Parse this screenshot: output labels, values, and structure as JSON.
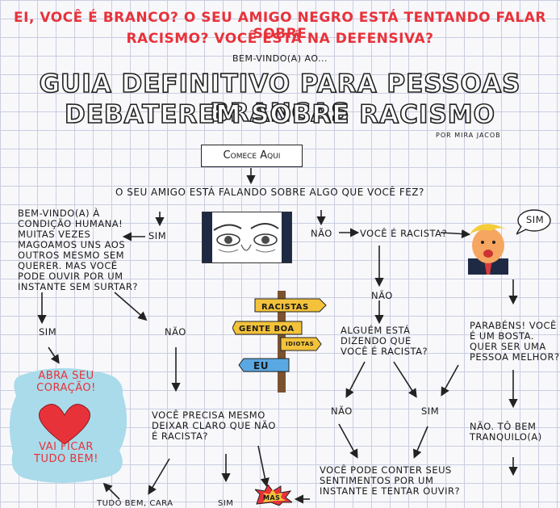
{
  "intro": {
    "line1": "Ei, você é branco? O seu amigo negro está tentando falar sobre",
    "line2": "racismo? Você está na defensiva?",
    "welcome": "Bem-vindo(a) ao..."
  },
  "title": {
    "line1": "Guia definitivo para pessoas brancas",
    "line2": "debaterem sobre racismo"
  },
  "byline": "POR MIRA JACOB",
  "start": "Comece Aqui",
  "nodes": {
    "question_main": "O seu amigo está falando sobre algo que você fez?",
    "sim_left": "SIM",
    "nao_right": "NÃO",
    "human_condition": [
      "Bem-vindo(a) à",
      "condição humana!",
      "Muitas vezes",
      "magoamos uns aos",
      "outros mesmo sem",
      "querer. Mas você",
      "pode ouvir por um",
      "instante sem surtar?"
    ],
    "are_you_racist": "Você é racista?",
    "trump_sim": "SIM",
    "sim_a": "SIM",
    "nao_a": "NÃO",
    "nao_b": "NÃO",
    "someone_says": [
      "Alguém está",
      "dizendo que",
      "você é racista?"
    ],
    "congrats": [
      "Parabéns! Você",
      "é um bosta.",
      "Quer ser uma",
      "pessoa melhor?"
    ],
    "open_heart": [
      "Abra seu",
      "coração!"
    ],
    "all_good": [
      "Vai ficar",
      "tudo bem!"
    ],
    "need_clear": [
      "Você precisa mesmo",
      "deixar claro que não",
      "é racista?"
    ],
    "nao_c": "NÃO",
    "sim_c": "SIM",
    "no_fine": [
      "Não. Tô bem",
      "tranquilo(a)"
    ],
    "contain": [
      "Você pode conter seus",
      "sentimentos por um",
      "instante e tentar ouvir?"
    ],
    "mas": "MAS",
    "bottom_left": "TUDO BEM, CARA",
    "bottom_sim": "SIM"
  },
  "sign": {
    "labels": [
      "Racistas",
      "Gente boa",
      "Idiotas",
      "EU"
    ]
  },
  "speech_bubble": "SIM",
  "colors": {
    "red": "#e8323a",
    "cloud": "#a9dbea",
    "heart": "#e8323a",
    "grid": "#c9cde0",
    "sign_wood": "#f3c23a",
    "eu_blue": "#5aa8e3",
    "wood_post": "#7a5230"
  }
}
